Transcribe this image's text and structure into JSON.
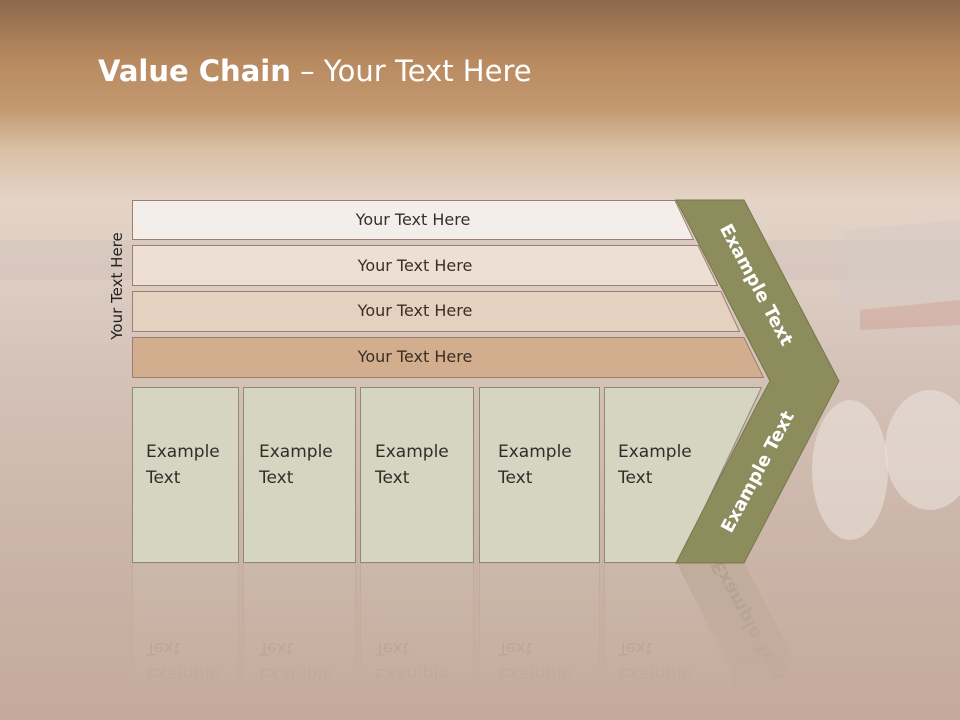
{
  "title": {
    "bold": "Value Chain",
    "rest": " – Your Text Here"
  },
  "side_label": "Your Text Here",
  "bars": [
    {
      "label": "Your Text Here",
      "fill": "#f4eeea"
    },
    {
      "label": "Your Text Here",
      "fill": "#eedfd4"
    },
    {
      "label": "Your Text Here",
      "fill": "#e6d0c0"
    },
    {
      "label": "Your Text Here",
      "fill": "#d2ad8e"
    }
  ],
  "columns": [
    {
      "line1": "Example",
      "line2": "Text"
    },
    {
      "line1": "Example",
      "line2": "Text"
    },
    {
      "line1": "Example",
      "line2": "Text"
    },
    {
      "line1": "Example",
      "line2": "Text"
    },
    {
      "line1": "Example",
      "line2": "Text"
    }
  ],
  "chevron": {
    "upper": "Example Text",
    "lower": "Example Text",
    "fill": "#8c8c5c"
  },
  "colors": {
    "column_fill": "#d6d5c2",
    "column_border": "#8e8a79",
    "bar_border": "#9c7f6d"
  }
}
